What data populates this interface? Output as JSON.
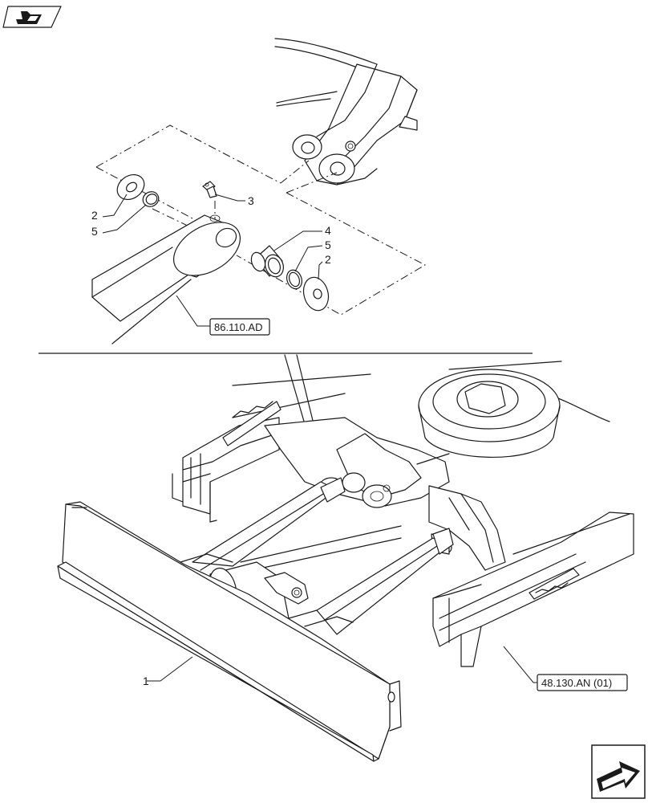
{
  "callouts": {
    "c1": "1",
    "c2a": "2",
    "c2b": "2",
    "c3": "3",
    "c4": "4",
    "c5a": "5",
    "c5b": "5"
  },
  "references": {
    "ref_top": "86.110.AD",
    "ref_bottom": "48.130.AN (01)"
  },
  "icons": {
    "top_left": "book-arrow-icon",
    "bottom_right": "next-page-arrow-icon"
  },
  "colors": {
    "ink": "#1a1a1a",
    "paper": "#ffffff"
  }
}
